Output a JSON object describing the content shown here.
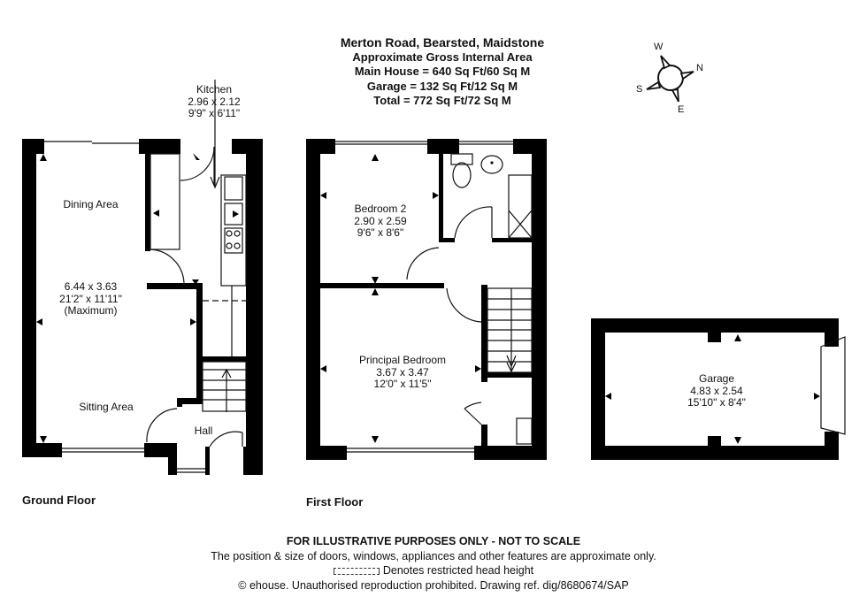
{
  "header": {
    "title": "Merton Road, Bearsted, Maidstone",
    "subtitle": "Approximate Gross Internal Area",
    "main_house": "Main House = 640 Sq Ft/60 Sq M",
    "garage": "Garage = 132 Sq Ft/12 Sq M",
    "total": "Total = 772 Sq Ft/72 Sq M"
  },
  "compass": {
    "n": "N",
    "e": "E",
    "s": "S",
    "w": "W"
  },
  "ground_floor": {
    "label": "Ground Floor",
    "rooms": {
      "kitchen": {
        "name": "Kitchen",
        "metric": "2.96 x 2.12",
        "imperial": "9'9\" x 6'11\""
      },
      "dining": {
        "name": "Dining Area"
      },
      "living": {
        "metric": "6.44 x 3.63",
        "imperial": "21'2\" x 11'11\"",
        "note": "(Maximum)"
      },
      "sitting": {
        "name": "Sitting Area"
      },
      "hall": {
        "name": "Hall"
      }
    }
  },
  "first_floor": {
    "label": "First Floor",
    "rooms": {
      "bedroom2": {
        "name": "Bedroom 2",
        "metric": "2.90 x 2.59",
        "imperial": "9'6\" x 8'6\""
      },
      "principal": {
        "name": "Principal Bedroom",
        "metric": "3.67 x 3.47",
        "imperial": "12'0\" x 11'5\""
      }
    }
  },
  "garage_plan": {
    "name": "Garage",
    "metric": "4.83 x 2.54",
    "imperial": "15'10\" x 8'4\""
  },
  "footer": {
    "disclaimer_title": "FOR ILLUSTRATIVE PURPOSES ONLY - NOT TO SCALE",
    "disclaimer_text": "The position & size of doors, windows, appliances and other features are approximate only.",
    "legend_text": "Denotes restricted head height",
    "copyright": "© ehouse. Unauthorised reproduction prohibited. Drawing ref. dig/8680674/SAP"
  }
}
